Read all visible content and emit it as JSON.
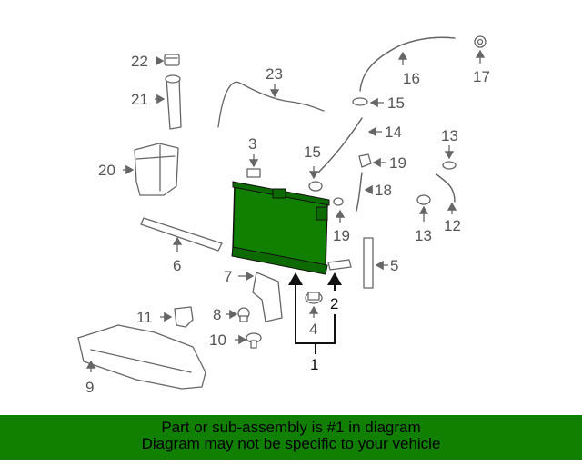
{
  "diagram": {
    "callouts": {
      "n1": "1",
      "n2": "2",
      "n3": "3",
      "n4": "4",
      "n5": "5",
      "n6": "6",
      "n7": "7",
      "n8": "8",
      "n9": "9",
      "n10": "10",
      "n11": "11",
      "n12": "12",
      "n13a": "13",
      "n13b": "13",
      "n14": "14",
      "n15a": "15",
      "n15b": "15",
      "n16": "16",
      "n17": "17",
      "n18": "18",
      "n19": "19",
      "n20": "20",
      "n21": "21",
      "n22": "22",
      "n23": "23"
    },
    "highlight_color": "#118000"
  },
  "footer": {
    "line1": "Part or sub-assembly is #1 in diagram",
    "line2": "Diagram may not be specific to your vehicle",
    "background": "#118000"
  }
}
